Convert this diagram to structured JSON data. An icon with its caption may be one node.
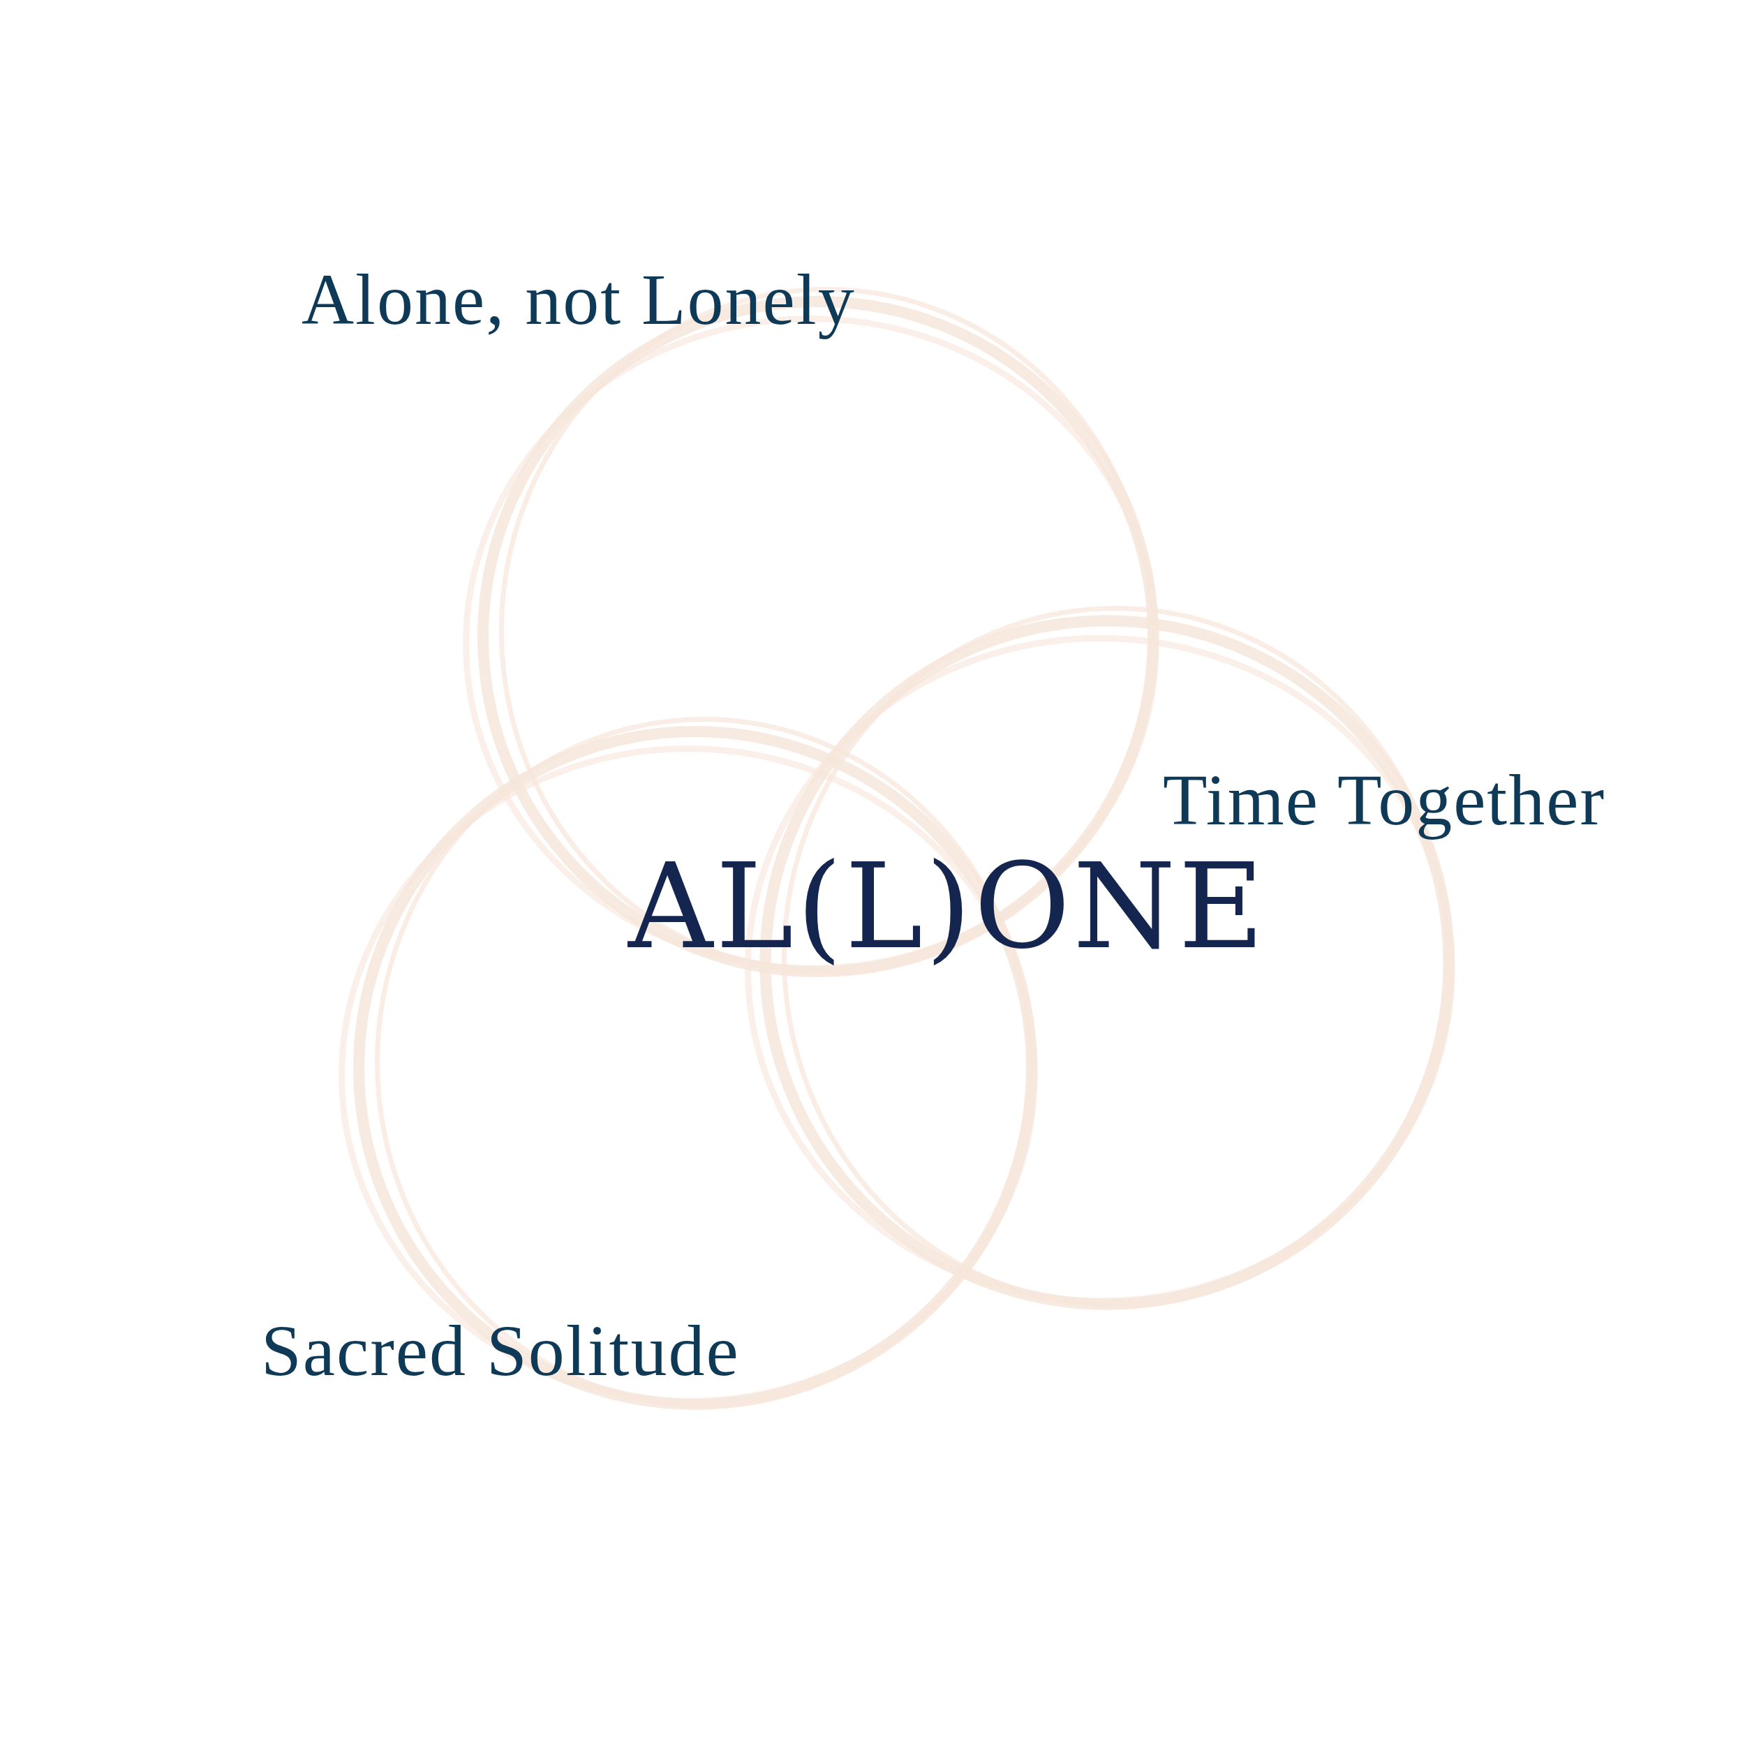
{
  "diagram": {
    "nodes": [
      {
        "text": [
          "Alone, not Lonely"
        ]
      },
      {
        "text": [
          "Time Together"
        ]
      },
      {
        "text": [
          "Sacred Solitude"
        ]
      }
    ],
    "labels": [
      "AL(L)ONE"
    ]
  }
}
